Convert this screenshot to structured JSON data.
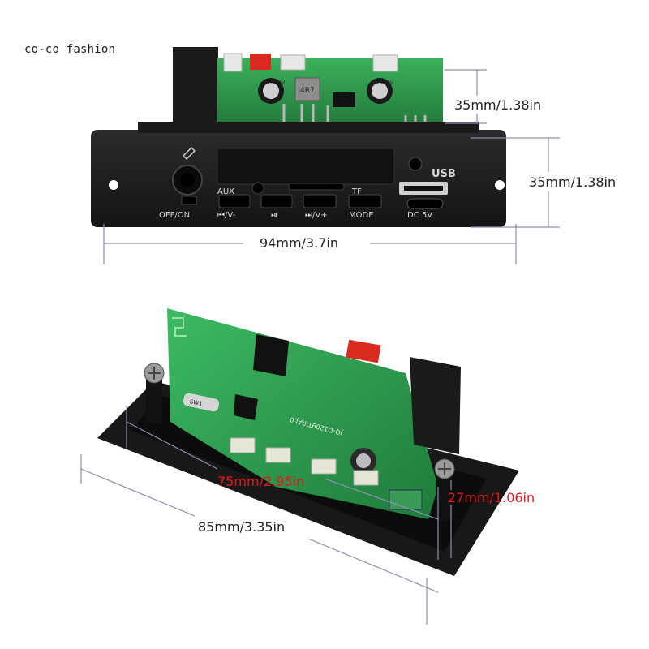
{
  "watermark": "co-co fashion",
  "panel_labels": {
    "aux": "AUX",
    "tf": "TF",
    "usb": "USB",
    "off_on": "OFF/ON",
    "prev_vol_down": "⏮/V-",
    "play_pause": "⏯",
    "next_vol_up": "⏭/V+",
    "mode": "MODE",
    "dc5v": "DC 5V"
  },
  "pcb_labels": {
    "inductor": "4R7",
    "cap_left": "220 10V",
    "cap_right": "220 10V",
    "board_code": "JQ-D1209T RAJ.0",
    "crystal": "SW1"
  },
  "dimensions": {
    "top_pcb_height": "35mm/1.38in",
    "panel_height": "35mm/1.38in",
    "panel_width": "94mm/3.7in",
    "cutout_width": "75mm/2.95in",
    "cutout_height": "27mm/1.06in",
    "bottom_panel_width": "85mm/3.35in"
  },
  "colors": {
    "panel": "#1e1e1e",
    "pcb": "#2e9a4a",
    "dimension_line": "#8a90b0",
    "red_label": "#e01a1a"
  }
}
